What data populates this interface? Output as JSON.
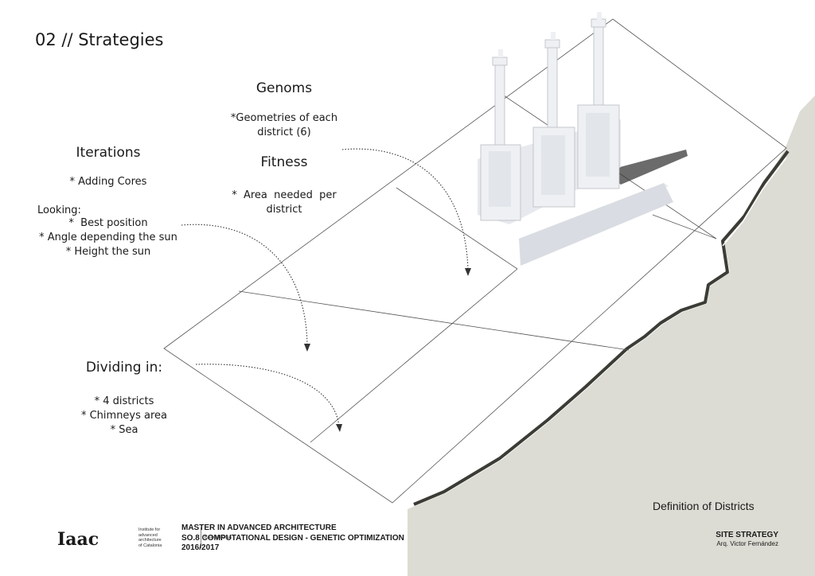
{
  "title": "02 // Strategies",
  "genoms": {
    "heading": "Genoms",
    "lines": [
      "*Geometries of each",
      "district (6)"
    ]
  },
  "fitness": {
    "heading": "Fitness",
    "lines": [
      "*  Area  needed  per",
      "district"
    ]
  },
  "iterations": {
    "heading": "Iterations",
    "text": "* Adding Cores",
    "looking_label": "Looking:",
    "looking_items": [
      "*  Best position",
      "* Angle depending the sun",
      "* Height the sun"
    ]
  },
  "dividing": {
    "heading": "Dividing in:",
    "items": [
      "* 4 districts",
      "* Chimneys area",
      "* Sea"
    ]
  },
  "caption": "Definition of Districts",
  "logo": {
    "mark": "Iaac",
    "institute": "Institute for\nadvanced\narchitecture\nof Catalonia",
    "city": "BARCELONA"
  },
  "course": {
    "line1": "MASTER IN ADVANCED ARCHITECTURE",
    "line2": "SO.8 COMPUTATIONAL DESIGN - GENETIC OPTIMIZATION",
    "line3": "2016/2017"
  },
  "sheet": {
    "title": "SITE STRATEGY",
    "author": "Arq. Victor Fernández"
  },
  "colors": {
    "sea": "#dcdcd4",
    "coast_edge": "#3c3c36",
    "line": "#555555",
    "building": "#eef0f3",
    "building_shadow": "#b9bcc2"
  }
}
